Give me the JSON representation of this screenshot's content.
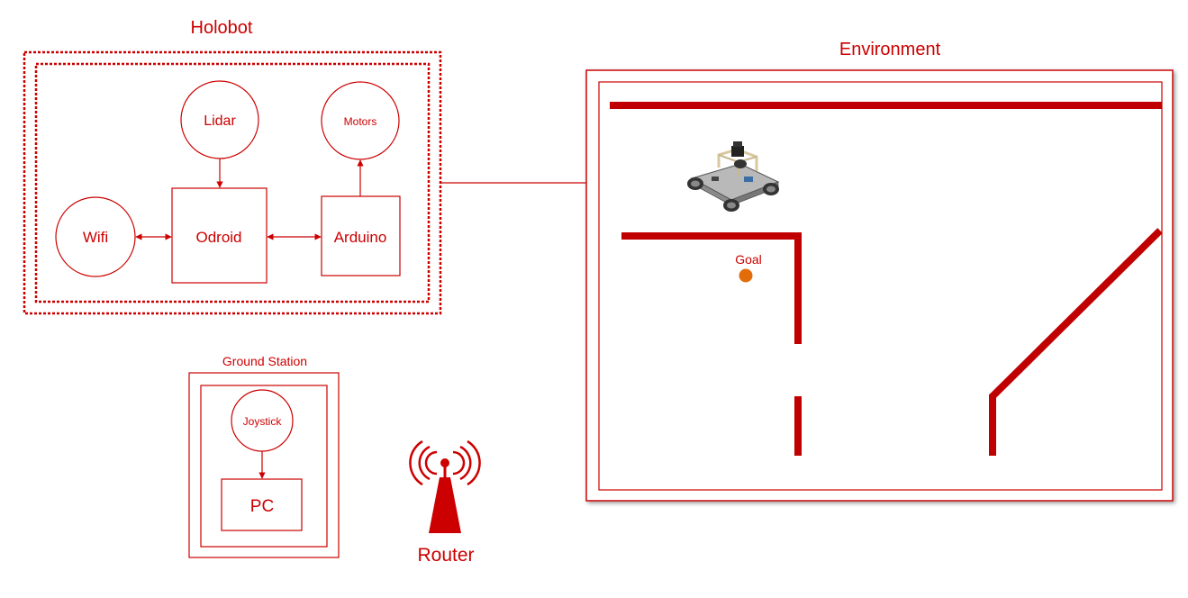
{
  "colors": {
    "primary": "#cc0000",
    "wall": "#c00000",
    "goal": "#e36c0a",
    "shadow": "#9a9a9a"
  },
  "holobot": {
    "title": "Holobot",
    "nodes": {
      "lidar": "Lidar",
      "motors": "Motors",
      "wifi": "Wifi",
      "odroid": "Odroid",
      "arduino": "Arduino"
    }
  },
  "ground_station": {
    "title": "Ground Station",
    "nodes": {
      "joystick": "Joystick",
      "pc": "PC"
    }
  },
  "router": {
    "label": "Router",
    "icon": "router-antenna-icon"
  },
  "environment": {
    "title": "Environment",
    "goal_label": "Goal",
    "robot_icon": "mecanum-robot-icon"
  }
}
